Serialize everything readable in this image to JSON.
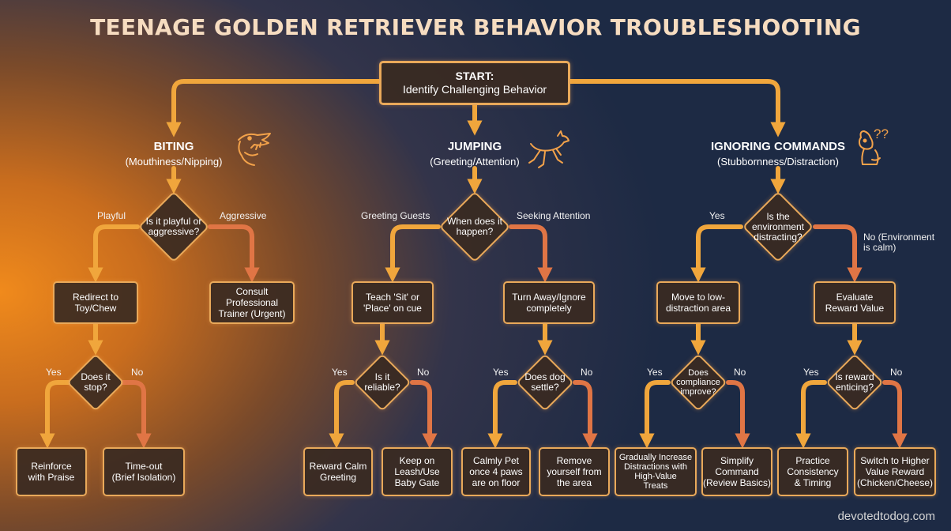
{
  "title": "TEENAGE GOLDEN RETRIEVER BEHAVIOR TROUBLESHOOTING",
  "start": {
    "line1": "START:",
    "line2": "Identify Challenging Behavior"
  },
  "categories": [
    {
      "name": "BITING",
      "sub": "(Mouthiness/Nipping)",
      "icon": "snarling-dog-icon"
    },
    {
      "name": "JUMPING",
      "sub": "(Greeting/Attention)",
      "icon": "jumping-dog-icon"
    },
    {
      "name": "IGNORING COMMANDS",
      "sub": "(Stubbornness/Distraction)",
      "icon": "confused-dog-icon",
      "icon_text": "??"
    }
  ],
  "biting": {
    "question": "Is it playful or\naggressive?",
    "left_label": "Playful",
    "right_label": "Aggressive",
    "left_box": "Redirect to\nToy/Chew",
    "right_box": "Consult\nProfessional\nTrainer (Urgent)",
    "question2": "Does it\nstop?",
    "yes_label": "Yes",
    "no_label": "No",
    "yes_box": "Reinforce\nwith Praise",
    "no_box": "Time-out\n(Brief Isolation)"
  },
  "jumping": {
    "question": "When does it\nhappen?",
    "left_label": "Greeting Guests",
    "right_label": "Seeking Attention",
    "left_box": "Teach 'Sit' or\n'Place' on cue",
    "right_box": "Turn Away/Ignore\ncompletely",
    "left_q": "Is it\nreliable?",
    "left_yes": "Yes",
    "left_no": "No",
    "left_yes_box": "Reward Calm\nGreeting",
    "left_no_box": "Keep on\nLeash/Use\nBaby Gate",
    "right_q": "Does dog\nsettle?",
    "right_yes": "Yes",
    "right_no": "No",
    "right_yes_box": "Calmly Pet\nonce 4 paws\nare on floor",
    "right_no_box": "Remove\nyourself from\nthe area"
  },
  "ignoring": {
    "question": "Is the\nenvironment\ndistracting?",
    "left_label": "Yes",
    "right_label": "No (Environment\nis calm)",
    "left_box": "Move to low-\ndistraction area",
    "right_box": "Evaluate\nReward Value",
    "left_q": "Does\ncompliance\nimprove?",
    "left_yes": "Yes",
    "left_no": "No",
    "left_yes_box": "Gradually Increase\nDistractions with\nHigh-Value\nTreats",
    "left_no_box": "Simplify\nCommand\n(Review Basics)",
    "right_q": "Is reward\nenticing?",
    "right_yes": "Yes",
    "right_no": "No",
    "right_yes_box": "Practice\nConsistency\n& Timing",
    "right_no_box": "Switch to Higher\nValue Reward\n(Chicken/Cheese)"
  },
  "watermark": "devotedtodog.com",
  "colors": {
    "yes_path": "#f0a63c",
    "no_path": "#e07545",
    "box_border": "#e9a95a",
    "title": "#f6dcc0"
  }
}
